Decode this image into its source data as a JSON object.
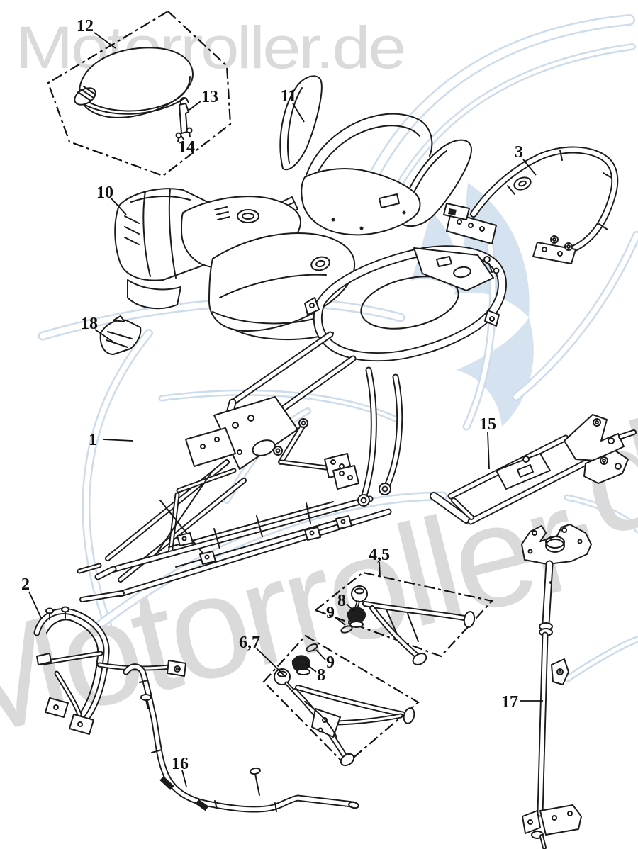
{
  "watermarks": {
    "top_text": "Motorroller.de",
    "diagonal_text": "Motorroller",
    "diagonal_suffix": ".de",
    "gray_color": "#dadada",
    "logo_blue": "#cddcec"
  },
  "part_labels": {
    "frame": "1",
    "front_bumper": "2",
    "rear_carrier": "3",
    "upper_a_arm": "4,5",
    "lower_a_arm": "6,7",
    "dust_boot_upper": "8",
    "snap_ring_upper": "9",
    "snap_ring_lower": "9",
    "dust_boot_lower": "8",
    "front_body_panel": "10",
    "rear_body_panel": "11",
    "seat": "12",
    "seat_latch": "13",
    "latch_bolts": "14",
    "swing_arm": "15",
    "handlebar": "16",
    "steering_stem": "17",
    "bracket": "18"
  }
}
